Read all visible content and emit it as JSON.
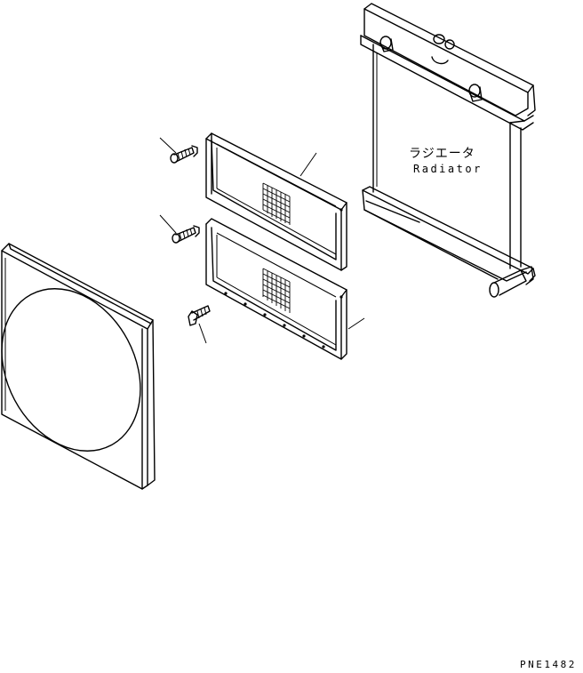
{
  "labels": {
    "radiator_jp": "ラジエータ",
    "radiator_en": "Radiator"
  },
  "drawing_code": "PNE1482",
  "colors": {
    "line": "#000000",
    "background": "#ffffff"
  }
}
